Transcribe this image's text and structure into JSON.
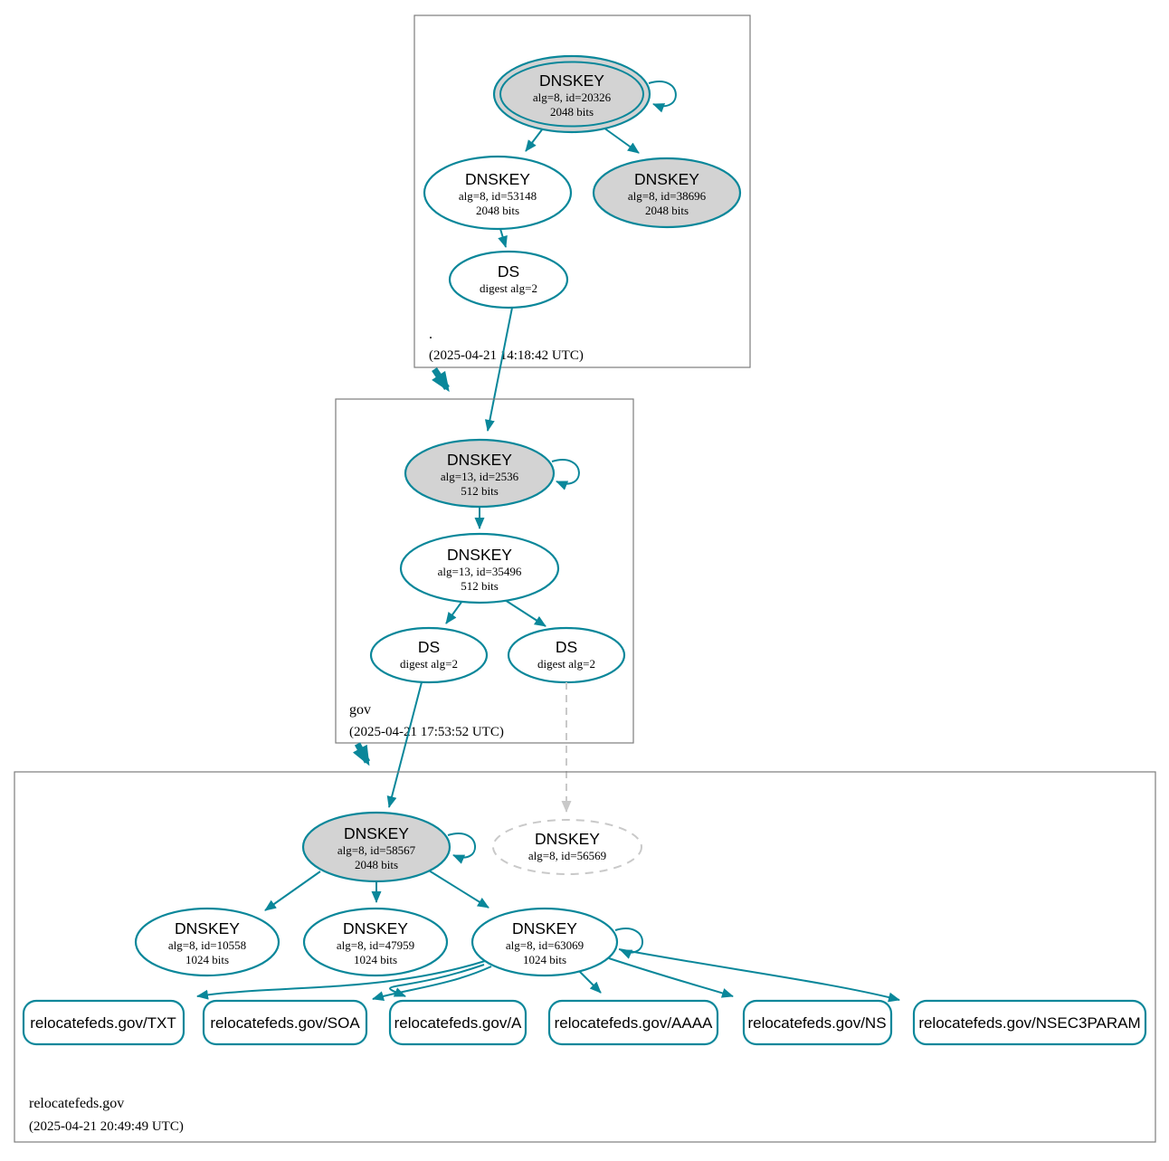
{
  "colors": {
    "secure_edge": "#0a879a",
    "key_node_fill": "#d3d3d3",
    "nonexistent_dashed": "#c9c9c9",
    "zone_box_border": "#7d7d7d"
  },
  "zones": {
    "root": {
      "label": ".",
      "timestamp": "(2025-04-21 14:18:42 UTC)"
    },
    "gov": {
      "label": "gov",
      "timestamp": "(2025-04-21 17:53:52 UTC)"
    },
    "relocatefeds_gov": {
      "label": "relocatefeds.gov",
      "timestamp": "(2025-04-21 20:49:49 UTC)"
    }
  },
  "nodes": {
    "dnskey_20326": {
      "label": "DNSKEY",
      "detail": "alg=8, id=20326",
      "bits": "2048 bits"
    },
    "dnskey_53148": {
      "label": "DNSKEY",
      "detail": "alg=8, id=53148",
      "bits": "2048 bits"
    },
    "dnskey_38696": {
      "label": "DNSKEY",
      "detail": "alg=8, id=38696",
      "bits": "2048 bits"
    },
    "ds_root": {
      "label": "DS",
      "detail": "digest alg=2"
    },
    "dnskey_2536": {
      "label": "DNSKEY",
      "detail": "alg=13, id=2536",
      "bits": "512 bits"
    },
    "dnskey_35496": {
      "label": "DNSKEY",
      "detail": "alg=13, id=35496",
      "bits": "512 bits"
    },
    "ds_gov_1": {
      "label": "DS",
      "detail": "digest alg=2"
    },
    "ds_gov_2": {
      "label": "DS",
      "detail": "digest alg=2"
    },
    "dnskey_58567": {
      "label": "DNSKEY",
      "detail": "alg=8, id=58567",
      "bits": "2048 bits"
    },
    "dnskey_56569": {
      "label": "DNSKEY",
      "detail": "alg=8, id=56569"
    },
    "dnskey_10558": {
      "label": "DNSKEY",
      "detail": "alg=8, id=10558",
      "bits": "1024 bits"
    },
    "dnskey_47959": {
      "label": "DNSKEY",
      "detail": "alg=8, id=47959",
      "bits": "1024 bits"
    },
    "dnskey_63069": {
      "label": "DNSKEY",
      "detail": "alg=8, id=63069",
      "bits": "1024 bits"
    }
  },
  "rrsets": {
    "txt": "relocatefeds.gov/TXT",
    "soa": "relocatefeds.gov/SOA",
    "a": "relocatefeds.gov/A",
    "aaaa": "relocatefeds.gov/AAAA",
    "ns": "relocatefeds.gov/NS",
    "nsec3param": "relocatefeds.gov/NSEC3PARAM"
  }
}
